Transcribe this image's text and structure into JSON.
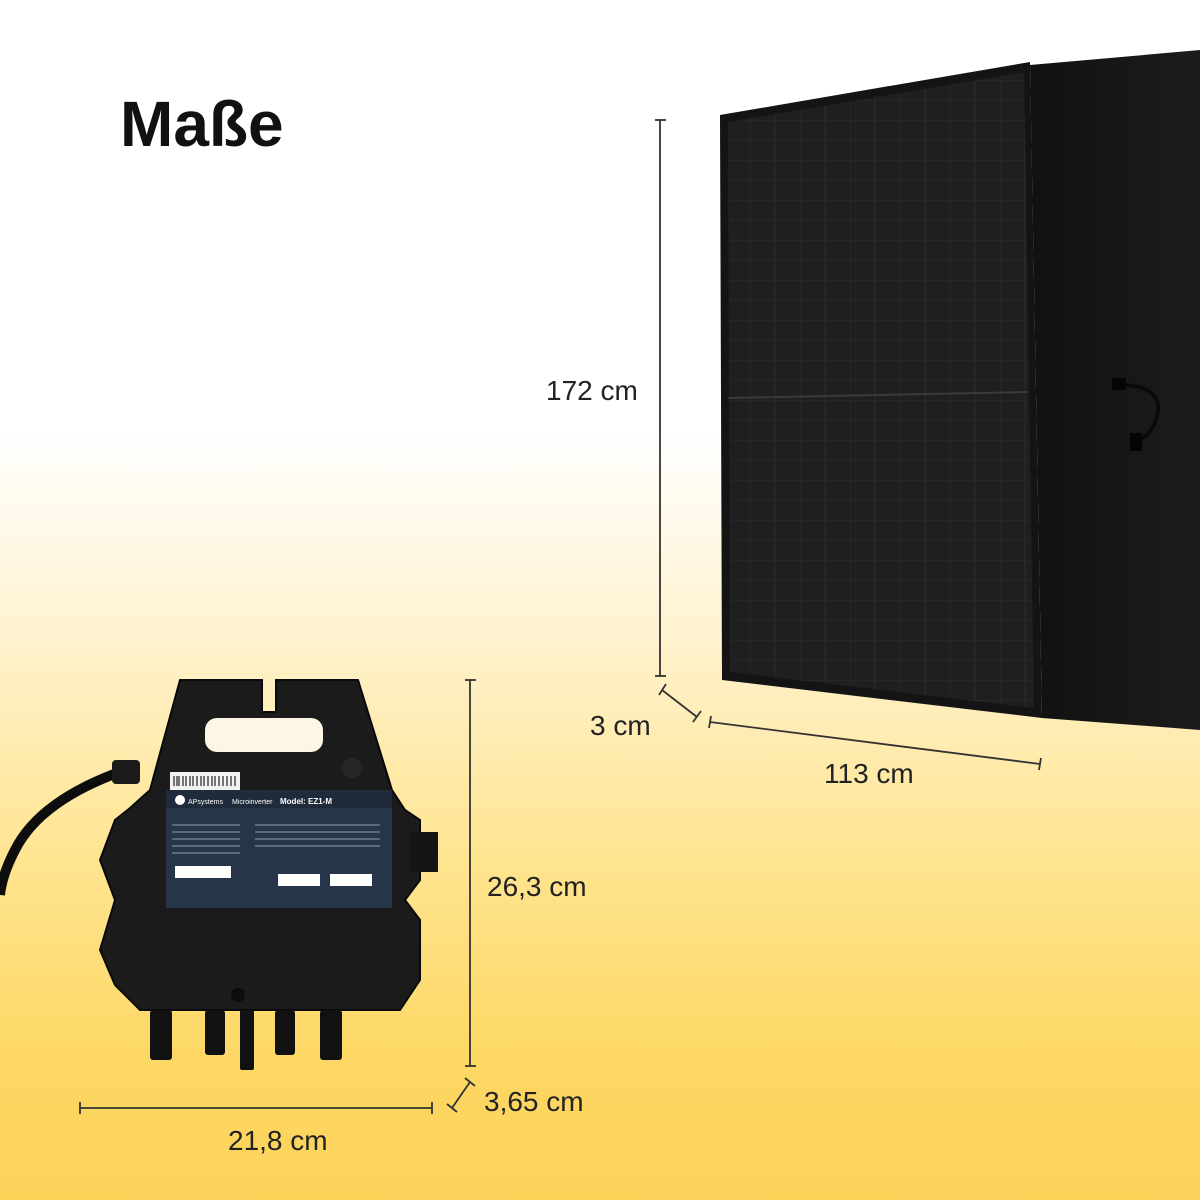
{
  "title": "Maße",
  "panel": {
    "height_label": "172 cm",
    "depth_label": "3 cm",
    "width_label": "113 cm"
  },
  "inverter": {
    "brand": "APsystems",
    "model_prefix": "Microinverter",
    "model": "Model: EZ1-M",
    "height_label": "26,3 cm",
    "depth_label": "3,65 cm",
    "width_label": "21,8 cm"
  }
}
